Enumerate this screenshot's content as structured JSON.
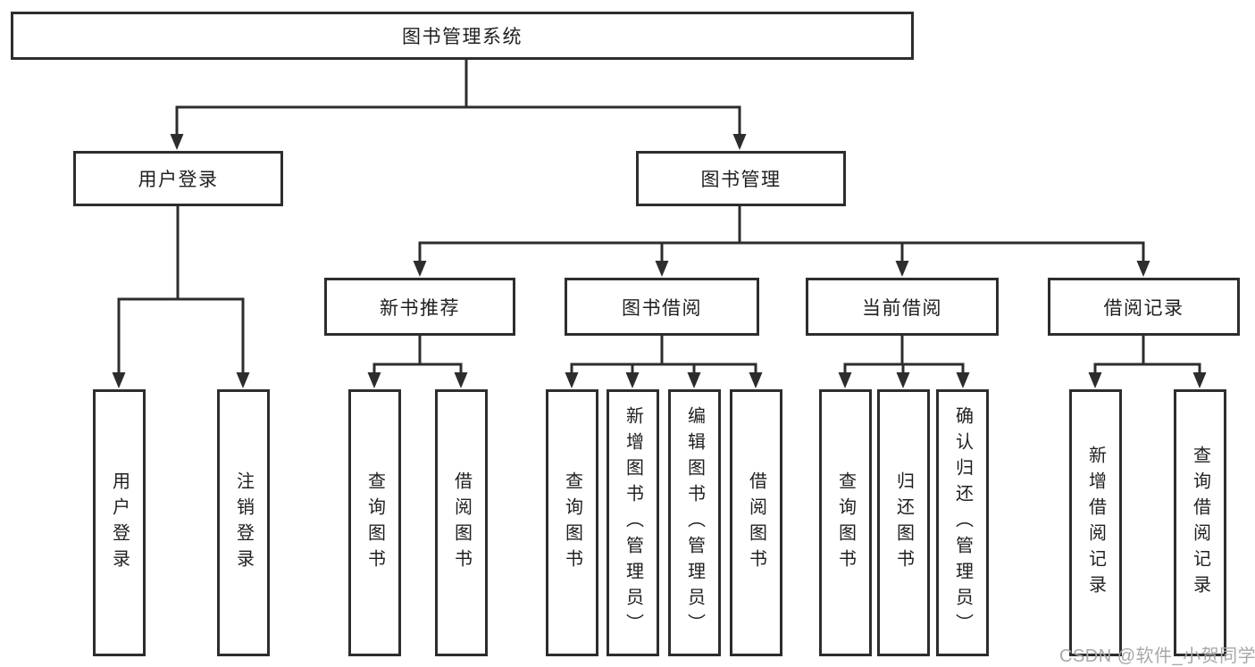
{
  "diagram": {
    "title": "图书管理系统",
    "level2": [
      {
        "label": "用户登录"
      },
      {
        "label": "图书管理"
      }
    ],
    "level3": [
      {
        "label": "新书推荐"
      },
      {
        "label": "图书借阅"
      },
      {
        "label": "当前借阅"
      },
      {
        "label": "借阅记录"
      }
    ],
    "leaves": [
      {
        "label": "用户登录"
      },
      {
        "label": "注销登录"
      },
      {
        "label": "查询图书"
      },
      {
        "label": "借阅图书"
      },
      {
        "label": "查询图书"
      },
      {
        "label": "新增图书（管理员）"
      },
      {
        "label": "编辑图书（管理员）"
      },
      {
        "label": "借阅图书"
      },
      {
        "label": "查询图书"
      },
      {
        "label": "归还图书"
      },
      {
        "label": "确认归还（管理员）"
      },
      {
        "label": "新增借阅记录"
      },
      {
        "label": "查询借阅记录"
      }
    ],
    "colors": {
      "line": "#2d2d2d",
      "text": "#1f1f1f",
      "watermark": "#a8a8a8",
      "background": "#ffffff"
    }
  },
  "watermark": {
    "text": "CSDN @软件_小贺同学"
  }
}
